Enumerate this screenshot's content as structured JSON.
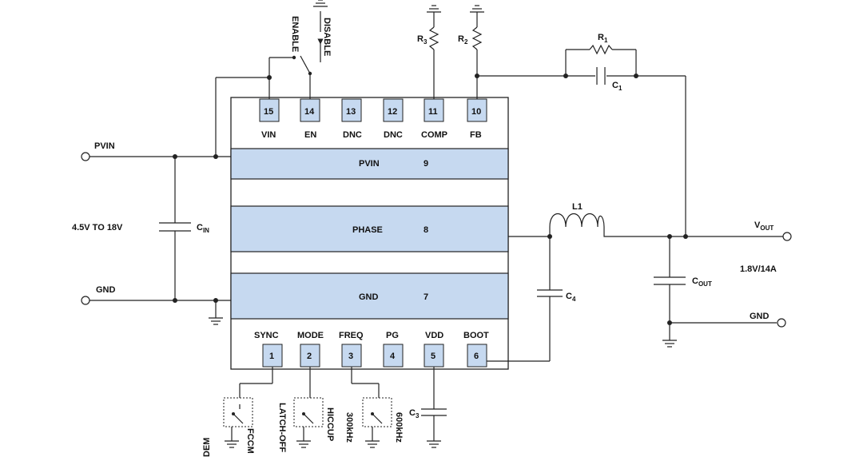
{
  "pins": {
    "vin": {
      "num": "15",
      "name": "VIN"
    },
    "en": {
      "num": "14",
      "name": "EN"
    },
    "dnc13": {
      "num": "13",
      "name": "DNC"
    },
    "dnc12": {
      "num": "12",
      "name": "DNC"
    },
    "comp": {
      "num": "11",
      "name": "COMP"
    },
    "fb": {
      "num": "10",
      "name": "FB"
    },
    "sync": {
      "num": "1",
      "name": "SYNC"
    },
    "mode": {
      "num": "2",
      "name": "MODE"
    },
    "freq": {
      "num": "3",
      "name": "FREQ"
    },
    "pg": {
      "num": "4",
      "name": "PG"
    },
    "vdd": {
      "num": "5",
      "name": "VDD"
    },
    "boot": {
      "num": "6",
      "name": "BOOT"
    }
  },
  "bars": {
    "pvin": {
      "name": "PVIN",
      "num": "9"
    },
    "phase": {
      "name": "PHASE",
      "num": "8"
    },
    "gnd": {
      "name": "GND",
      "num": "7"
    }
  },
  "labels": {
    "pvin": "PVIN",
    "vin_range": "4.5V TO 18V",
    "gnd_left": "GND",
    "cin": "C",
    "cin_sub": "IN",
    "enable": "ENABLE",
    "disable": "DISABLE",
    "r3": "R",
    "r3_sub": "3",
    "r2": "R",
    "r2_sub": "2",
    "r1": "R",
    "r1_sub": "1",
    "c1": "C",
    "c1_sub": "1",
    "l1": "L1",
    "c4": "C",
    "c4_sub": "4",
    "vout": "V",
    "vout_sub": "OUT",
    "vout_spec": "1.8V/14A",
    "cout": "C",
    "cout_sub": "OUT",
    "gnd_right": "GND",
    "c3": "C",
    "c3_sub": "3",
    "dem": "DEM",
    "fccm": "FCCM",
    "latch_off": "LATCH-OFF",
    "hiccup": "HICCUP",
    "f300": "300kHz",
    "f600": "600kHz"
  },
  "colors": {
    "fill": "#c6d9f0",
    "stroke": "#222222"
  }
}
